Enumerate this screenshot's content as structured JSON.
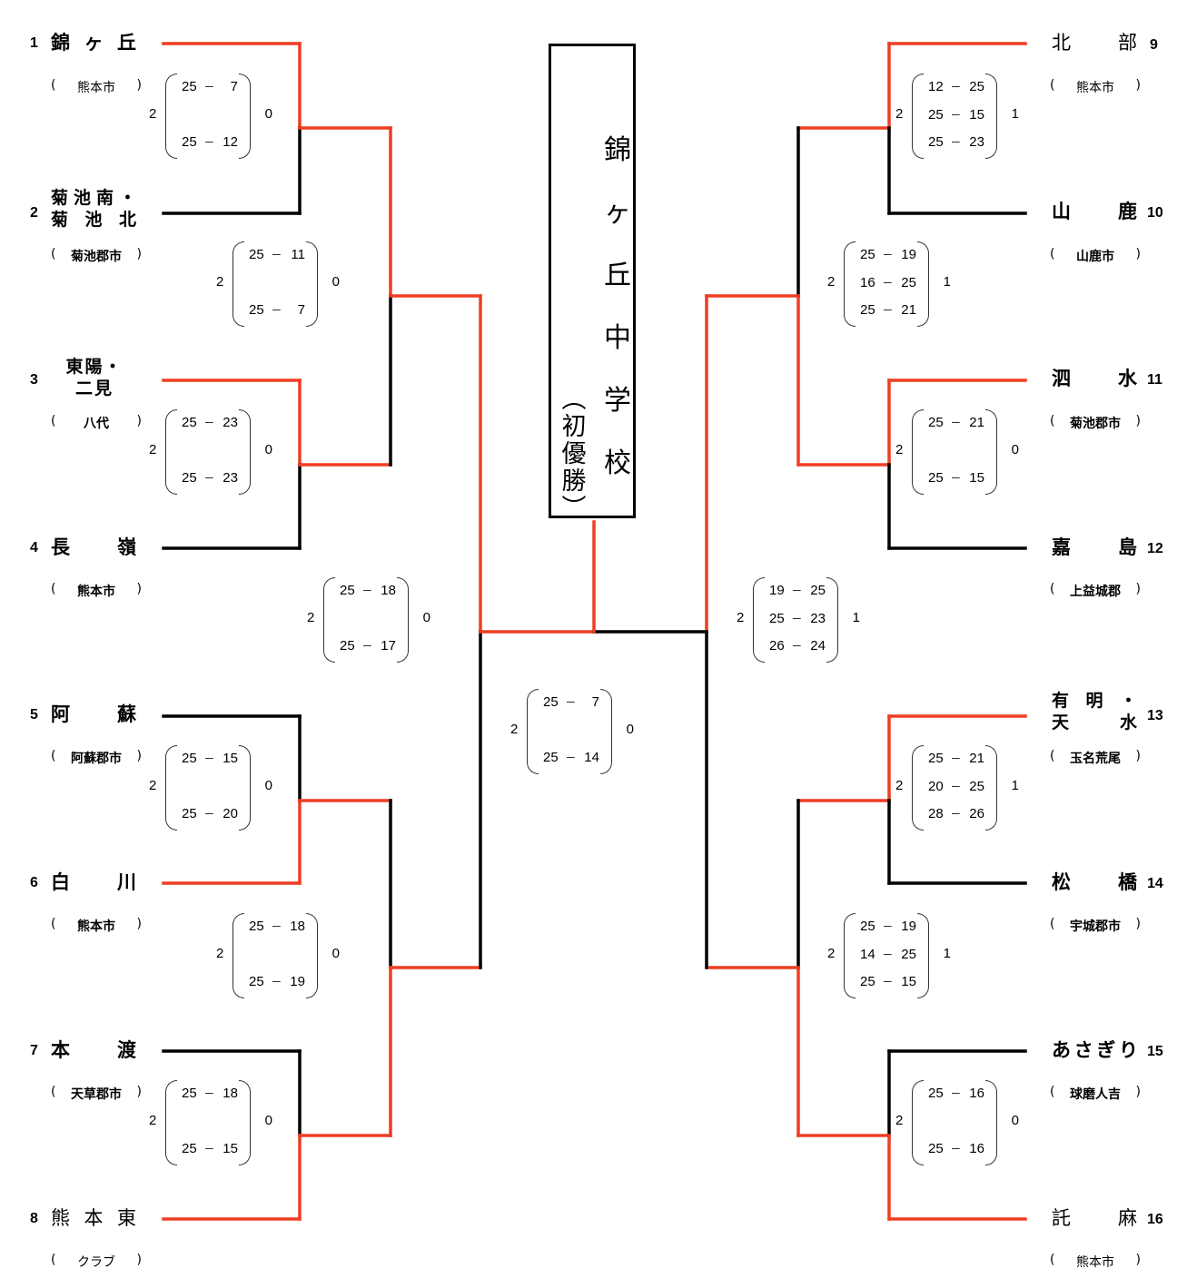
{
  "colors": {
    "winner_line": "#EE3E23",
    "loser_line": "#000000"
  },
  "champion": {
    "name_chars": [
      "錦",
      "ヶ",
      "丘",
      "中",
      "学",
      "校"
    ],
    "note_chars": [
      "︵",
      "初",
      "優",
      "勝",
      "︶"
    ]
  },
  "teams": [
    {
      "seed": "1",
      "name": "錦 ヶ 丘",
      "region": "熊本市",
      "side": "left"
    },
    {
      "seed": "2",
      "name": "菊池南・菊 池 北",
      "region": "菊池郡市",
      "side": "left"
    },
    {
      "seed": "3",
      "name": "東陽・二見",
      "region": "八代",
      "side": "left"
    },
    {
      "seed": "4",
      "name": "長　嶺",
      "region": "熊本市",
      "side": "left"
    },
    {
      "seed": "5",
      "name": "阿　蘇",
      "region": "阿蘇郡市",
      "side": "left"
    },
    {
      "seed": "6",
      "name": "白　川",
      "region": "熊本市",
      "side": "left"
    },
    {
      "seed": "7",
      "name": "本　渡",
      "region": "天草郡市",
      "side": "left"
    },
    {
      "seed": "8",
      "name": "熊本東",
      "region": "クラブ",
      "side": "left"
    },
    {
      "seed": "9",
      "name": "北　部",
      "region": "熊本市",
      "side": "right"
    },
    {
      "seed": "10",
      "name": "山　鹿",
      "region": "山鹿市",
      "side": "right"
    },
    {
      "seed": "11",
      "name": "泗　水",
      "region": "菊池郡市",
      "side": "right"
    },
    {
      "seed": "12",
      "name": "嘉　島",
      "region": "上益城郡",
      "side": "right"
    },
    {
      "seed": "13",
      "name": "有明・天　水",
      "region": "玉名荒尾",
      "side": "right"
    },
    {
      "seed": "14",
      "name": "松　橋",
      "region": "宇城郡市",
      "side": "right"
    },
    {
      "seed": "15",
      "name": "あさぎり",
      "region": "球磨人吉",
      "side": "right"
    },
    {
      "seed": "16",
      "name": "託　麻",
      "region": "熊本市",
      "side": "right"
    }
  ],
  "matches": [
    {
      "id": "L1",
      "sets_a": "2",
      "sets_b": "0",
      "games": [
        [
          "25",
          "7"
        ],
        [
          "25",
          "12"
        ]
      ]
    },
    {
      "id": "L2",
      "sets_a": "2",
      "sets_b": "0",
      "games": [
        [
          "25",
          "23"
        ],
        [
          "25",
          "23"
        ]
      ]
    },
    {
      "id": "L3",
      "sets_a": "2",
      "sets_b": "0",
      "games": [
        [
          "25",
          "15"
        ],
        [
          "25",
          "20"
        ]
      ]
    },
    {
      "id": "L4",
      "sets_a": "2",
      "sets_b": "0",
      "games": [
        [
          "25",
          "18"
        ],
        [
          "25",
          "15"
        ]
      ]
    },
    {
      "id": "L5",
      "sets_a": "2",
      "sets_b": "0",
      "games": [
        [
          "25",
          "11"
        ],
        [
          "25",
          "7"
        ]
      ]
    },
    {
      "id": "L6",
      "sets_a": "2",
      "sets_b": "0",
      "games": [
        [
          "25",
          "18"
        ],
        [
          "25",
          "19"
        ]
      ]
    },
    {
      "id": "L7",
      "sets_a": "2",
      "sets_b": "0",
      "games": [
        [
          "25",
          "18"
        ],
        [
          "25",
          "17"
        ]
      ]
    },
    {
      "id": "F",
      "sets_a": "2",
      "sets_b": "0",
      "games": [
        [
          "25",
          "7"
        ],
        [
          "25",
          "14"
        ]
      ]
    },
    {
      "id": "R1",
      "sets_a": "2",
      "sets_b": "1",
      "games": [
        [
          "12",
          "25"
        ],
        [
          "25",
          "15"
        ],
        [
          "25",
          "23"
        ]
      ]
    },
    {
      "id": "R2",
      "sets_a": "2",
      "sets_b": "0",
      "games": [
        [
          "25",
          "21"
        ],
        [
          "25",
          "15"
        ]
      ]
    },
    {
      "id": "R3",
      "sets_a": "2",
      "sets_b": "1",
      "games": [
        [
          "25",
          "21"
        ],
        [
          "20",
          "25"
        ],
        [
          "28",
          "26"
        ]
      ]
    },
    {
      "id": "R4",
      "sets_a": "2",
      "sets_b": "0",
      "games": [
        [
          "25",
          "16"
        ],
        [
          "25",
          "16"
        ]
      ]
    },
    {
      "id": "R5",
      "sets_a": "2",
      "sets_b": "1",
      "games": [
        [
          "25",
          "19"
        ],
        [
          "16",
          "25"
        ],
        [
          "25",
          "21"
        ]
      ]
    },
    {
      "id": "R6",
      "sets_a": "2",
      "sets_b": "1",
      "games": [
        [
          "25",
          "19"
        ],
        [
          "14",
          "25"
        ],
        [
          "25",
          "15"
        ]
      ]
    },
    {
      "id": "R7",
      "sets_a": "2",
      "sets_b": "1",
      "games": [
        [
          "19",
          "25"
        ],
        [
          "25",
          "23"
        ],
        [
          "26",
          "24"
        ]
      ]
    }
  ]
}
